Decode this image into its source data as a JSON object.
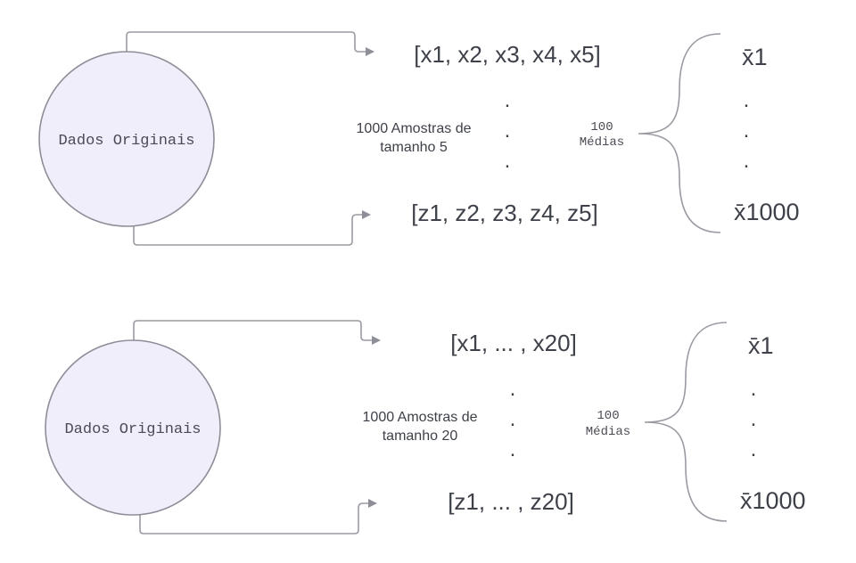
{
  "diagrams": [
    {
      "source_label": "Dados Originais",
      "first_sample": "[x1, x2, x3, x4, x5]",
      "last_sample": "[z1, z2, z3, z4, z5]",
      "sample_caption_line1": "1000 Amostras de",
      "sample_caption_line2": "tamanho 5",
      "means_caption_line1": "100",
      "means_caption_line2": "Médias",
      "first_mean": "x̄1",
      "last_mean": "x̄1000",
      "ellipsis_dot": "."
    },
    {
      "source_label": "Dados Originais",
      "first_sample": "[x1, ... , x20]",
      "last_sample": "[z1, ... , z20]",
      "sample_caption_line1": "1000 Amostras de",
      "sample_caption_line2": "tamanho 20",
      "means_caption_line1": "100",
      "means_caption_line2": "Médias",
      "first_mean": "x̄1",
      "last_mean": "x̄1000",
      "ellipsis_dot": "."
    }
  ],
  "colors": {
    "node_fill": "#efeefa",
    "node_stroke": "#8e8e98",
    "connector": "#9a9aa3",
    "text": "#3e4149"
  }
}
